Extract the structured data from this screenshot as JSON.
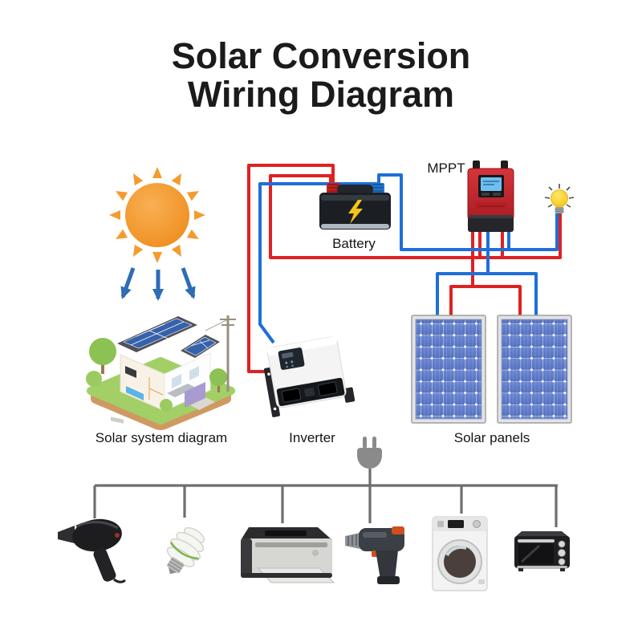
{
  "title": {
    "line1": "Solar Conversion",
    "line2": "Wiring Diagram"
  },
  "labels": {
    "mppt": "MPPT",
    "battery": "Battery",
    "solar_system": "Solar system diagram",
    "inverter": "Inverter",
    "solar_panels": "Solar panels"
  },
  "colors": {
    "wire_red": "#e02121",
    "wire_blue": "#1e6fd9",
    "bus_grey": "#6e6e6e",
    "sun_orange": "#f59b2e",
    "arrow_blue": "#2e6cb5",
    "mppt_red": "#c4272e",
    "panel_blue": "#5d7bc8",
    "bulb_yellow": "#ffd21f",
    "grass_green": "#a2cf66",
    "earth_brown": "#cf9a62",
    "title_black": "#1b1b1b"
  },
  "icons": [
    "sun-icon",
    "sunlight-arrows",
    "house-illustration",
    "battery-icon",
    "mppt-controller-icon",
    "light-bulb-icon",
    "inverter-icon",
    "solar-panel-icon",
    "power-plug-icon",
    "hair-dryer-icon",
    "cfl-bulb-icon",
    "printer-icon",
    "drill-icon",
    "washing-machine-icon",
    "oven-icon"
  ],
  "components": [
    {
      "name": "solar-system-house",
      "label_key": "solar_system"
    },
    {
      "name": "battery",
      "label_key": "battery"
    },
    {
      "name": "mppt-charge-controller",
      "label_key": "mppt"
    },
    {
      "name": "inverter",
      "label_key": "inverter"
    },
    {
      "name": "solar-panels",
      "label_key": "solar_panels",
      "count": 2
    }
  ],
  "appliances": [
    {
      "name": "hair-dryer"
    },
    {
      "name": "cfl-bulb"
    },
    {
      "name": "printer"
    },
    {
      "name": "cordless-drill"
    },
    {
      "name": "washing-machine"
    },
    {
      "name": "toaster-oven"
    }
  ]
}
